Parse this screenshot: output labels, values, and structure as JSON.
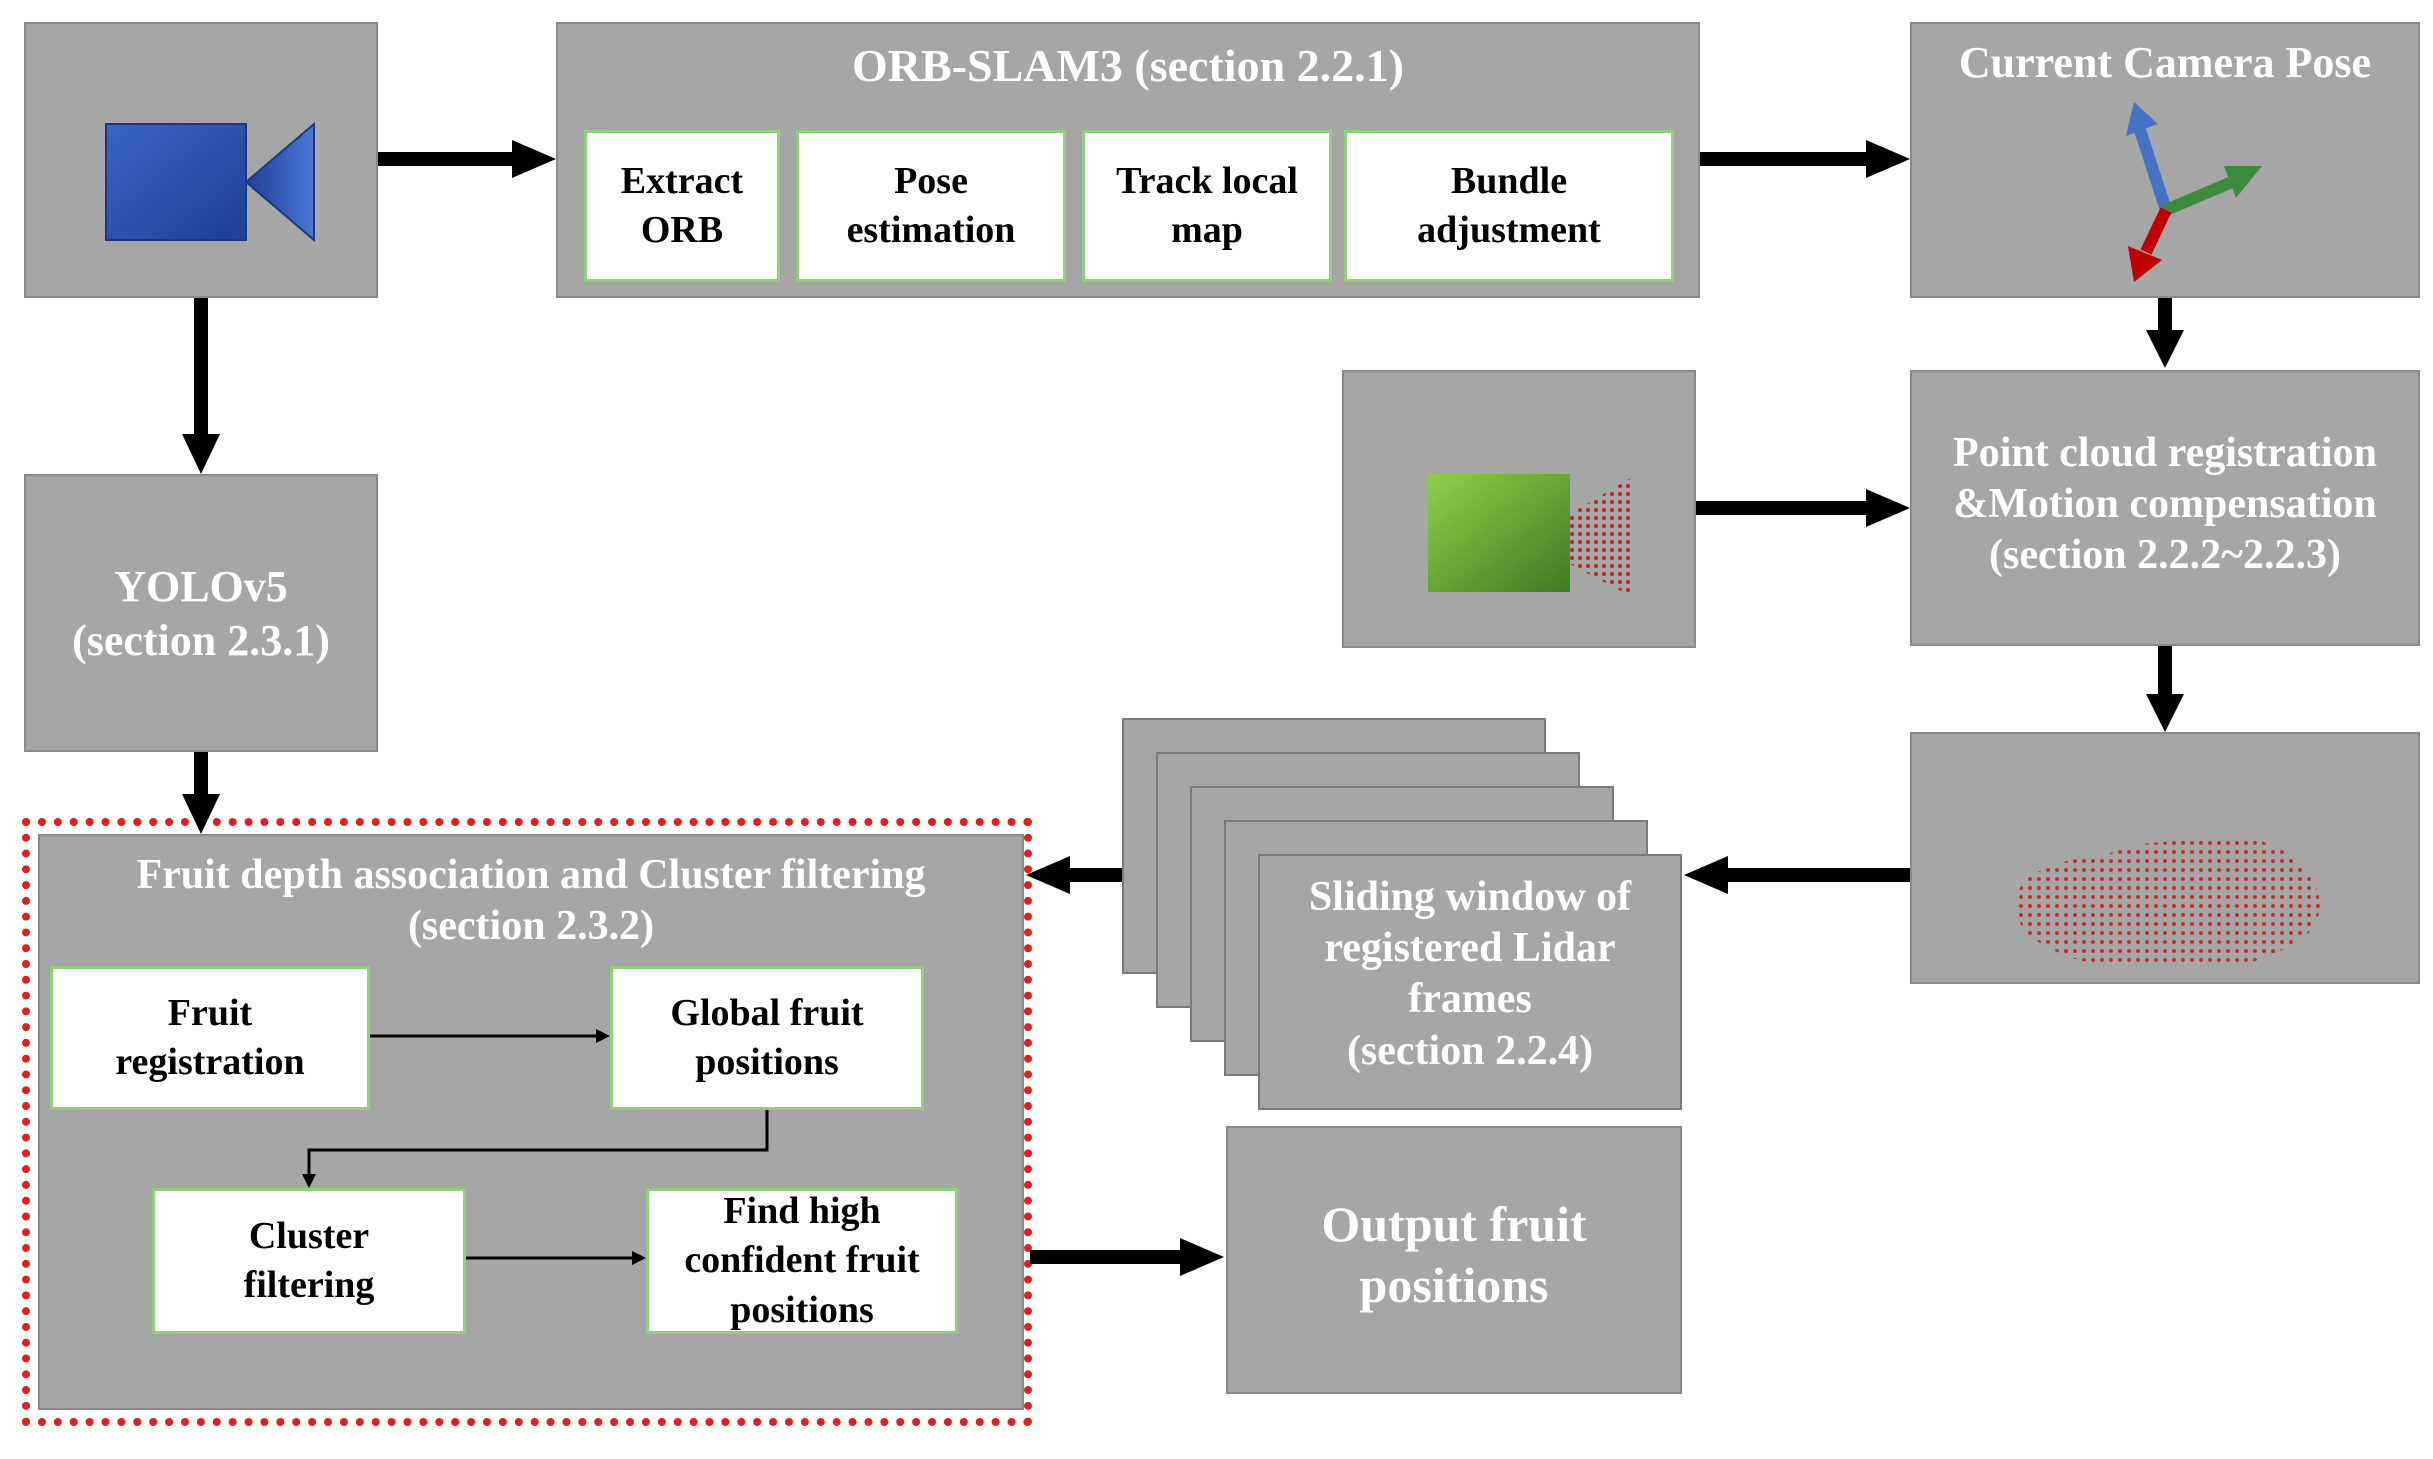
{
  "orb_slam": {
    "title": "ORB-SLAM3 (section 2.2.1)",
    "steps": [
      "Extract\nORB",
      "Pose\nestimation",
      "Track local\nmap",
      "Bundle\nadjustment"
    ]
  },
  "camera_pose": {
    "title": "Current Camera Pose"
  },
  "yolo": {
    "title": "YOLOv5\n(section 2.3.1)"
  },
  "registration": {
    "title": "Point cloud registration\n&Motion compensation\n(section 2.2.2~2.2.3)"
  },
  "sliding_window": {
    "title": "Sliding window of\nregistered Lidar\nframes\n(section 2.2.4)"
  },
  "fruit_assoc": {
    "title": "Fruit depth association and Cluster filtering\n(section 2.3.2)",
    "fruit_registration": "Fruit\nregistration",
    "global_positions": "Global fruit\npositions",
    "cluster_filtering": "Cluster\nfiltering",
    "high_confident": "Find high\nconfident fruit\npositions"
  },
  "output": {
    "title": "Output fruit\npositions"
  },
  "colors": {
    "box_fill": "#a6a6a6",
    "highlight_border": "#e02020",
    "inner_box_border": "#8fd07a"
  }
}
